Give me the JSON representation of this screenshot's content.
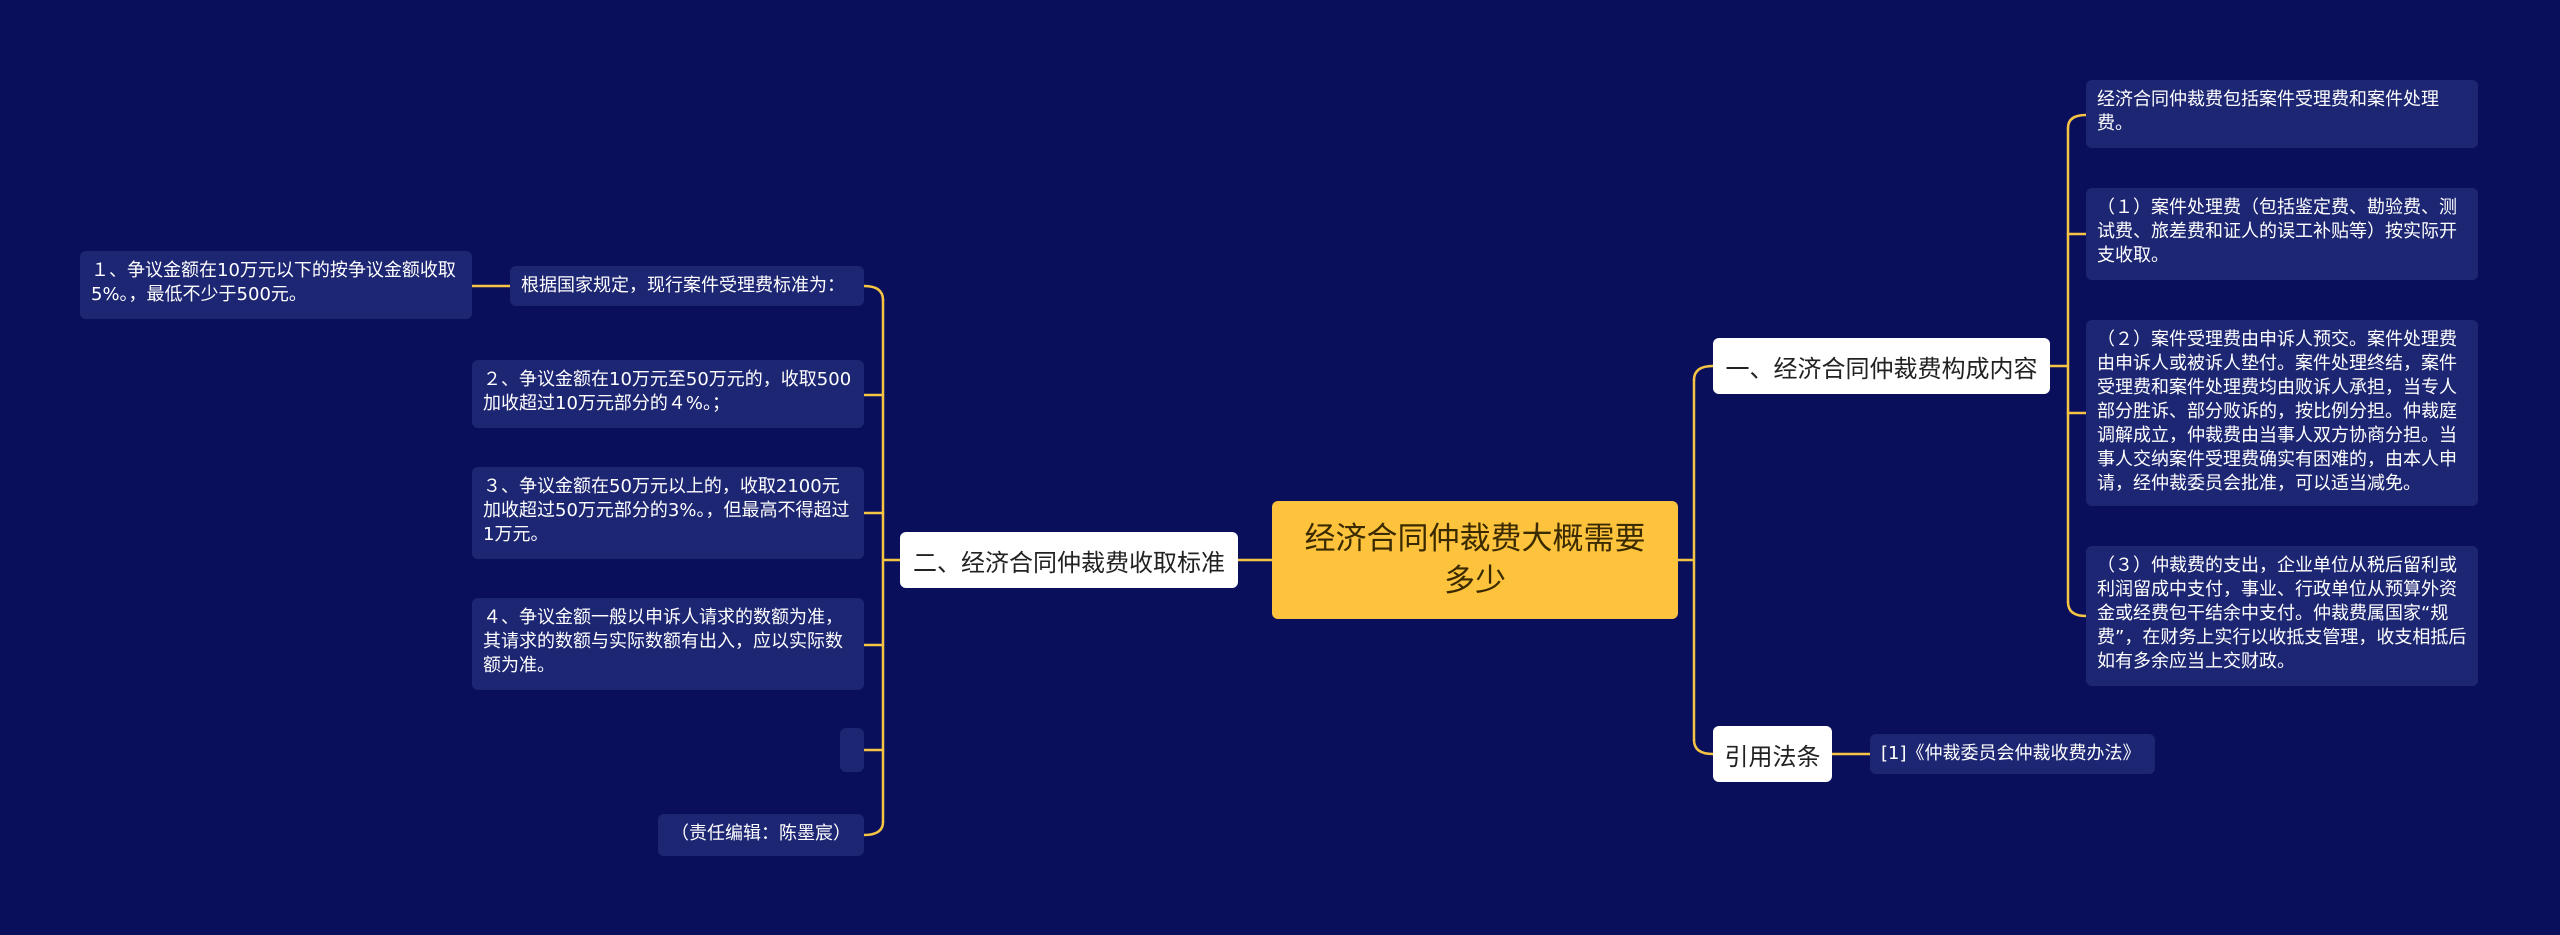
{
  "root": {
    "title": "经济合同仲裁费大概需要多少"
  },
  "branch_left": {
    "title": "二、经济合同仲裁费收取标准",
    "items": [
      {
        "text": "根据国家规定，现行案件受理费标准为：",
        "child": "１、争议金额在10万元以下的按争议金额收取5%。，最低不少于500元。"
      },
      {
        "text": "２、争议金额在10万元至50万元的，收取500加收超过10万元部分的４%。；"
      },
      {
        "text": "３、争议金额在50万元以上的，收取2100元加收超过50万元部分的3%。，但最高不得超过1万元。"
      },
      {
        "text": "４、争议金额一般以申诉人请求的数额为准，其请求的数额与实际数额有出入，应以实际数额为准。"
      },
      {
        "text": ""
      },
      {
        "text": "（责任编辑：陈墨宸）"
      }
    ]
  },
  "branch_right_top": {
    "title": "一、经济合同仲裁费构成内容",
    "items": [
      {
        "text": "经济合同仲裁费包括案件受理费和案件处理费。"
      },
      {
        "text": "（１）案件处理费（包括鉴定费、勘验费、测试费、旅差费和证人的误工补贴等）按实际开支收取。"
      },
      {
        "text": "（２）案件受理费由申诉人预交。案件处理费由申诉人或被诉人垫付。案件处理终结，案件受理费和案件处理费均由败诉人承担，当专人部分胜诉、部分败诉的，按比例分担。仲裁庭调解成立，仲裁费由当事人双方协商分担。当事人交纳案件受理费确实有困难的，由本人申请，经仲裁委员会批准，可以适当减免。"
      },
      {
        "text": "（３）仲裁费的支出，企业单位从税后留利或利润留成中支付，事业、行政单位从预算外资金或经费包干结余中支付。仲裁费属国家“规费”，在财务上实行以收抵支管理，收支相抵后如有多余应当上交财政。"
      }
    ]
  },
  "branch_right_bottom": {
    "title": "引用法条",
    "items": [
      {
        "text": "[1]《仲裁委员会仲裁收费办法》"
      }
    ]
  },
  "colors": {
    "background": "#0a0f5c",
    "root": "#fec33d",
    "branch": "#ffffff",
    "leaf": "#1d2673",
    "link": "#f6c443"
  }
}
